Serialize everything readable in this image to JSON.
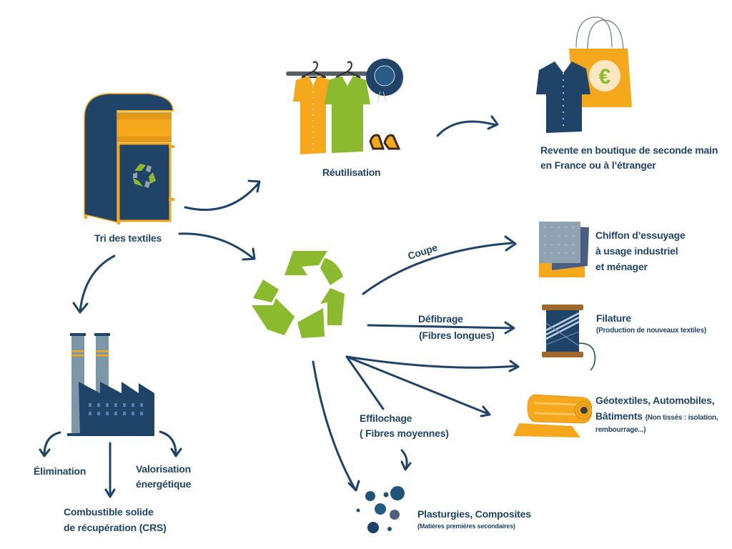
{
  "diagram": {
    "colors": {
      "navy": "#1f4468",
      "green": "#8cba2e",
      "orange": "#f5a81c",
      "grey_blue": "#7b97a8"
    },
    "nodes": {
      "sorting": {
        "label": "Tri des textiles",
        "icon": "textile-collection-bin-icon"
      },
      "reuse": {
        "label": "Réutilisation",
        "icon": "clothes-rack-icon"
      },
      "resale": {
        "line1": "Revente en boutique de seconde main",
        "line2": "en France ou à l’étranger",
        "icon": "shopping-bag-shirt-icon"
      },
      "recycling": {
        "icon": "recycle-icon"
      },
      "wiping_rags": {
        "line1": "Chiffon d’essuyage",
        "line2": "à usage industriel",
        "line3": "et ménager",
        "icon": "cloth-rags-icon"
      },
      "spinning": {
        "title": "Filature",
        "subtitle": "(Production de nouveaux textiles)",
        "icon": "thread-spool-icon"
      },
      "nonwovens": {
        "title": "Géotextiles, Automobiles,",
        "title2": "Bâtiments",
        "subtitle": "(Non tissés : isolation,",
        "subtitle2": "rembourrage...)",
        "icon": "fabric-roll-icon"
      },
      "plastics": {
        "title": "Plasturgies, Composites",
        "subtitle": "(Matières premières secondaires)",
        "icon": "granules-icon"
      },
      "incineration": {
        "icon": "factory-icon"
      },
      "elimination": {
        "label": "Élimination"
      },
      "energy": {
        "line1": "Valorisation",
        "line2": "énergétique"
      },
      "srf": {
        "line1": "Combustible solide",
        "line2": "de récupération (CRS)"
      }
    },
    "edges": {
      "cut": {
        "label": "Coupe"
      },
      "defibering": {
        "line1": "Défibrage",
        "line2": "(Fibres longues)"
      },
      "fraying": {
        "line1": "Effilochage",
        "line2": "( Fibres moyennes)"
      }
    }
  }
}
